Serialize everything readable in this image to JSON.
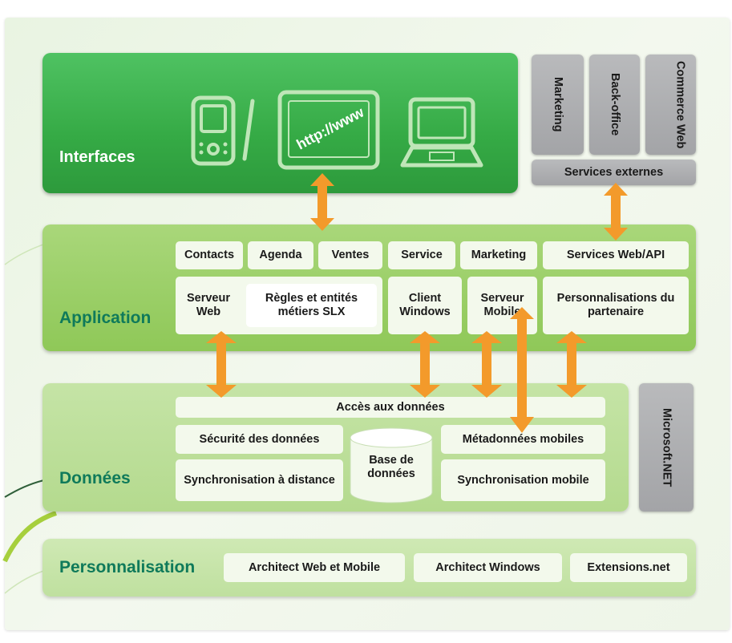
{
  "layers": {
    "interfaces": "Interfaces",
    "application": "Application",
    "donnees": "Données",
    "personnalisation": "Personnalisation"
  },
  "interface_icon_text": "http://www",
  "external": {
    "items": [
      "Marketing",
      "Back-office",
      "Commerce Web"
    ],
    "services": "Services externes"
  },
  "application": {
    "modules": [
      "Contacts",
      "Agenda",
      "Ventes",
      "Service",
      "Marketing",
      "Services Web/API"
    ],
    "serveur_web": "Serveur Web",
    "regles": "Règles et entités métiers SLX",
    "client_windows": "Client Windows",
    "serveur_mobile": "Serveur Mobile",
    "personnalisations": "Personnalisations du partenaire"
  },
  "donnees": {
    "acces": "Accès aux données",
    "securite": "Sécurité des données",
    "sync_distance": "Synchronisation à distance",
    "base": "Base de données",
    "metadonnees": "Métadonnées mobiles",
    "sync_mobile": "Synchronisation mobile"
  },
  "microsoft": "Microsoft.NET",
  "personnalisation": {
    "items": [
      "Architect Web et Mobile",
      "Architect Windows",
      "Extensions.net"
    ]
  },
  "colors": {
    "interfaces": "#35aa45",
    "application": "#8fc858",
    "donnees": "#b4da8e",
    "arrow": "#f39a2b",
    "title_green": "#0f7a5a",
    "grey": "#a8a9ac"
  }
}
